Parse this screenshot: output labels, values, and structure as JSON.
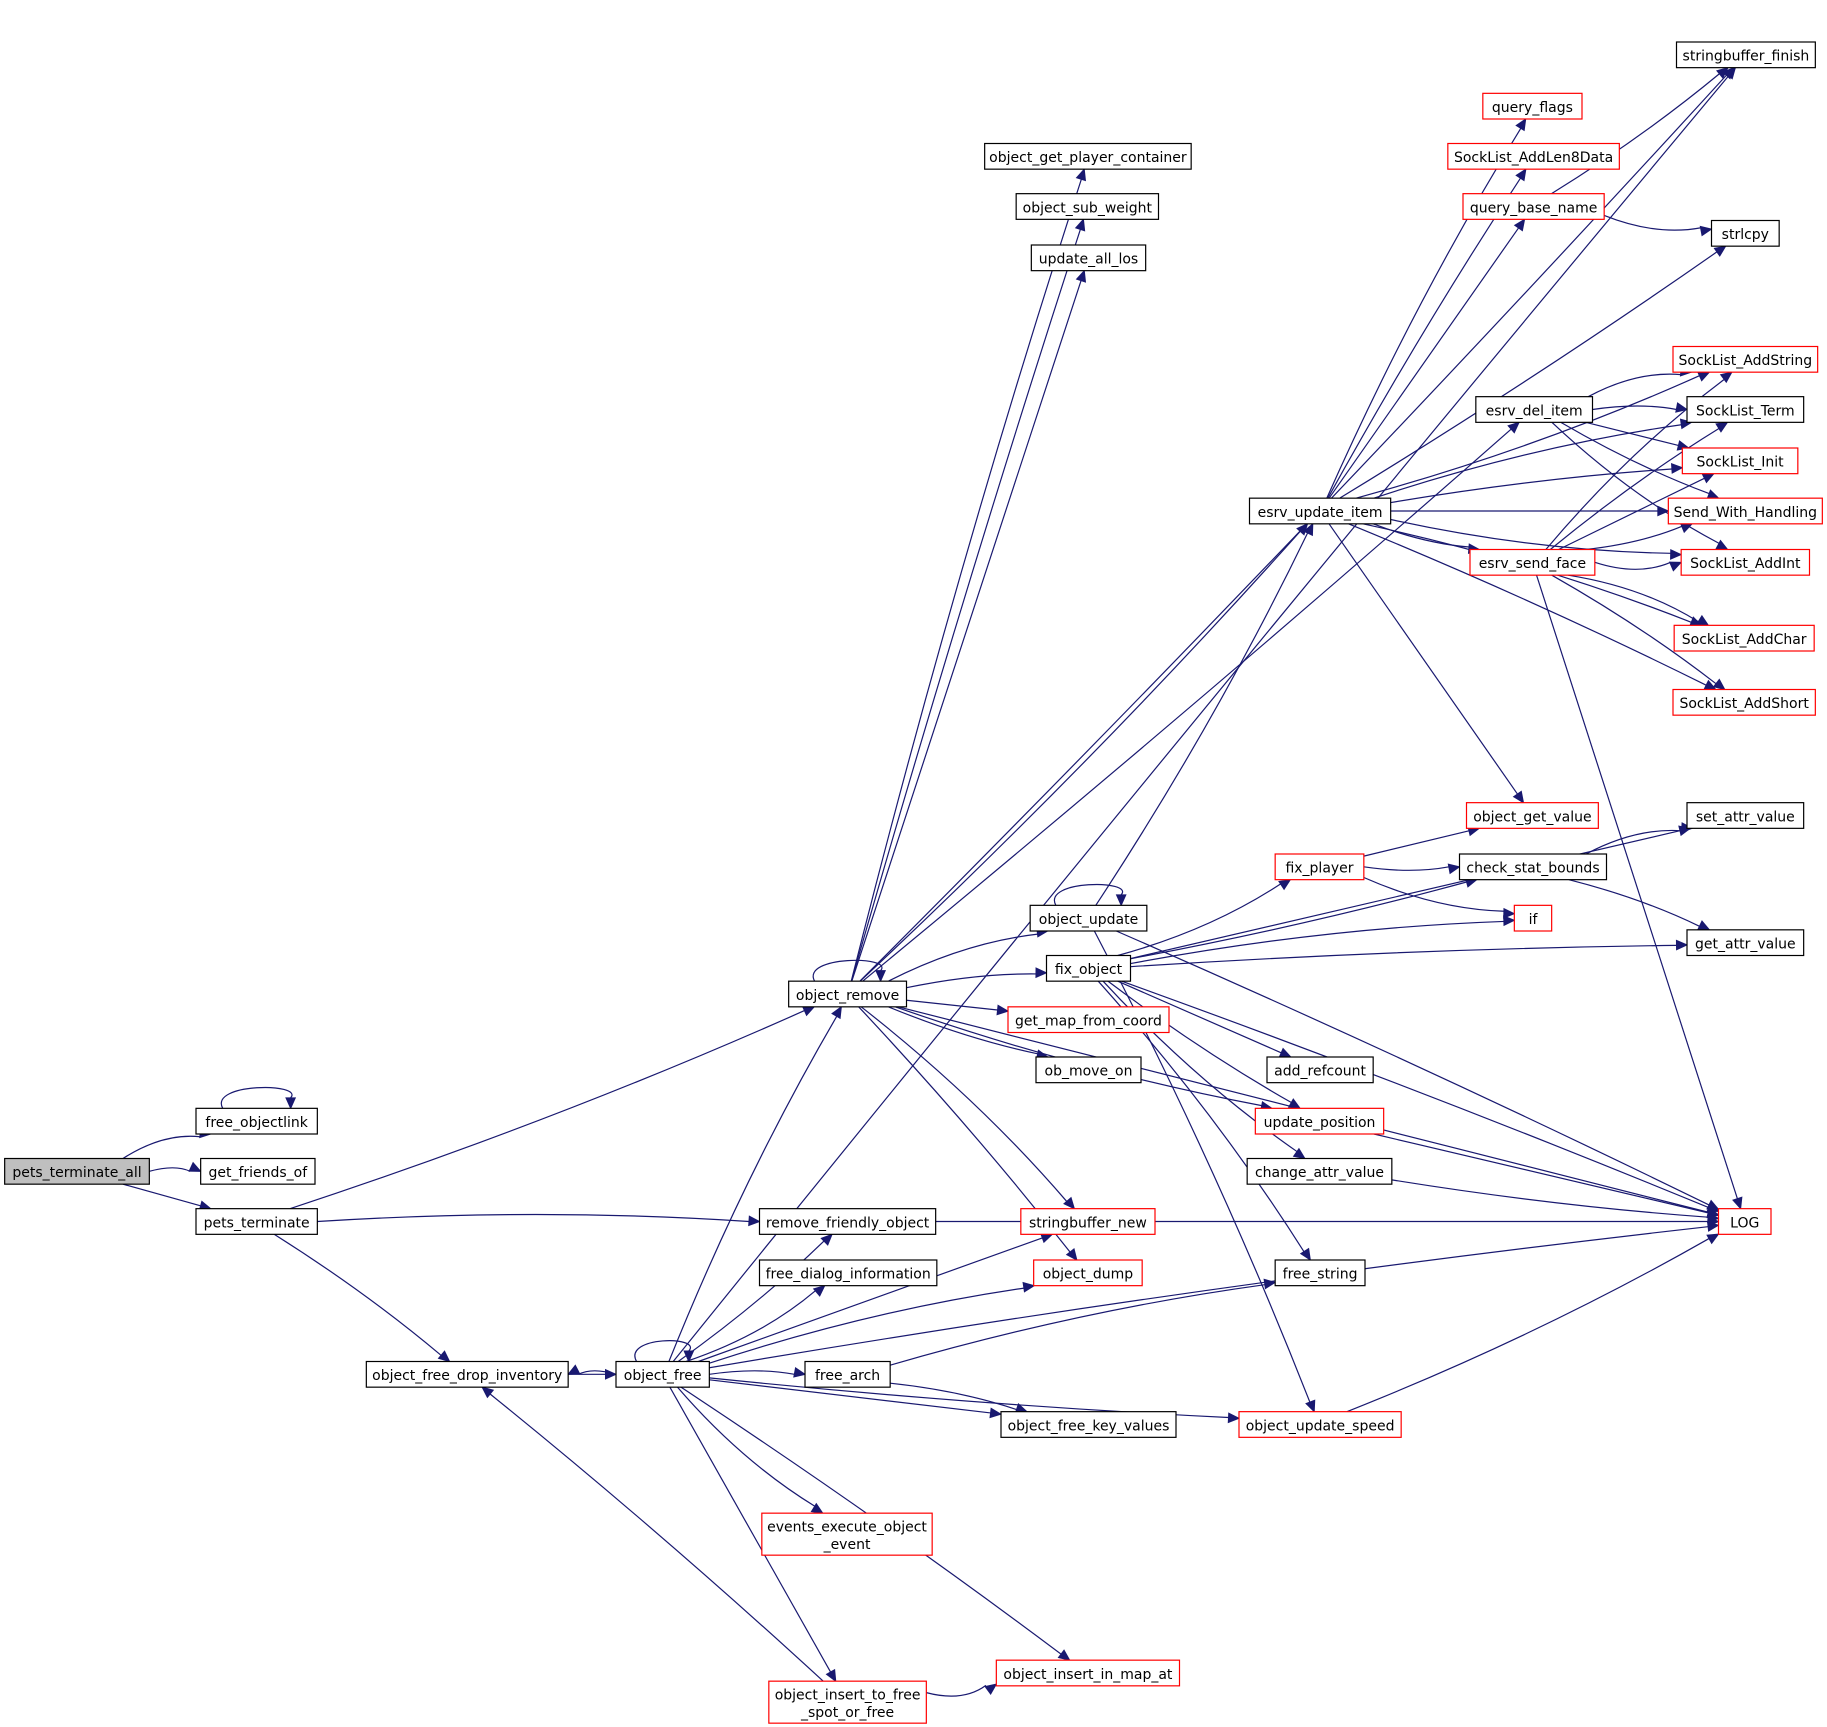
{
  "colors": {
    "edge": "#191970",
    "black_border": "#000000",
    "red_border": "#ff0000",
    "root_fill": "#bfbfbf"
  },
  "nodes": [
    {
      "id": "pets_terminate_all",
      "label": "pets_terminate_all",
      "style": "root"
    },
    {
      "id": "free_objectlink",
      "label": "free_objectlink",
      "style": "black"
    },
    {
      "id": "get_friends_of",
      "label": "get_friends_of",
      "style": "black"
    },
    {
      "id": "pets_terminate",
      "label": "pets_terminate",
      "style": "black"
    },
    {
      "id": "object_remove",
      "label": "object_remove",
      "style": "black"
    },
    {
      "id": "remove_friendly_object",
      "label": "remove_friendly_object",
      "style": "black"
    },
    {
      "id": "object_free_drop_inventory",
      "label": "object_free_drop_inventory",
      "style": "black"
    },
    {
      "id": "object_free",
      "label": "object_free",
      "style": "black"
    },
    {
      "id": "free_dialog_information",
      "label": "free_dialog_information",
      "style": "black"
    },
    {
      "id": "free_arch",
      "label": "free_arch",
      "style": "black"
    },
    {
      "id": "events_execute_object_event",
      "label": "events_execute_object\n_event",
      "style": "red"
    },
    {
      "id": "object_insert_to_free_spot_or_free",
      "label": "object_insert_to_free\n_spot_or_free",
      "style": "red"
    },
    {
      "id": "object_get_player_container",
      "label": "object_get_player_container",
      "style": "black"
    },
    {
      "id": "object_sub_weight",
      "label": "object_sub_weight",
      "style": "black"
    },
    {
      "id": "update_all_los",
      "label": "update_all_los",
      "style": "black"
    },
    {
      "id": "object_update",
      "label": "object_update",
      "style": "black"
    },
    {
      "id": "fix_object",
      "label": "fix_object",
      "style": "black"
    },
    {
      "id": "get_map_from_coord",
      "label": "get_map_from_coord",
      "style": "red"
    },
    {
      "id": "ob_move_on",
      "label": "ob_move_on",
      "style": "black"
    },
    {
      "id": "stringbuffer_new",
      "label": "stringbuffer_new",
      "style": "red"
    },
    {
      "id": "object_dump",
      "label": "object_dump",
      "style": "red"
    },
    {
      "id": "object_free_key_values",
      "label": "object_free_key_values",
      "style": "black"
    },
    {
      "id": "object_insert_in_map_at",
      "label": "object_insert_in_map_at",
      "style": "red"
    },
    {
      "id": "esrv_update_item",
      "label": "esrv_update_item",
      "style": "black"
    },
    {
      "id": "fix_player",
      "label": "fix_player",
      "style": "red"
    },
    {
      "id": "add_refcount",
      "label": "add_refcount",
      "style": "black"
    },
    {
      "id": "update_position",
      "label": "update_position",
      "style": "red"
    },
    {
      "id": "change_attr_value",
      "label": "change_attr_value",
      "style": "black"
    },
    {
      "id": "free_string",
      "label": "free_string",
      "style": "black"
    },
    {
      "id": "object_update_speed",
      "label": "object_update_speed",
      "style": "red"
    },
    {
      "id": "query_flags",
      "label": "query_flags",
      "style": "red"
    },
    {
      "id": "SockList_AddLen8Data",
      "label": "SockList_AddLen8Data",
      "style": "red"
    },
    {
      "id": "query_base_name",
      "label": "query_base_name",
      "style": "red"
    },
    {
      "id": "esrv_del_item",
      "label": "esrv_del_item",
      "style": "black"
    },
    {
      "id": "esrv_send_face",
      "label": "esrv_send_face",
      "style": "red"
    },
    {
      "id": "object_get_value",
      "label": "object_get_value",
      "style": "red"
    },
    {
      "id": "check_stat_bounds",
      "label": "check_stat_bounds",
      "style": "black"
    },
    {
      "id": "if",
      "label": "if",
      "style": "red"
    },
    {
      "id": "stringbuffer_finish",
      "label": "stringbuffer_finish",
      "style": "black"
    },
    {
      "id": "strlcpy",
      "label": "strlcpy",
      "style": "black"
    },
    {
      "id": "SockList_AddString",
      "label": "SockList_AddString",
      "style": "red"
    },
    {
      "id": "SockList_Term",
      "label": "SockList_Term",
      "style": "black"
    },
    {
      "id": "SockList_Init",
      "label": "SockList_Init",
      "style": "red"
    },
    {
      "id": "Send_With_Handling",
      "label": "Send_With_Handling",
      "style": "red"
    },
    {
      "id": "SockList_AddInt",
      "label": "SockList_AddInt",
      "style": "red"
    },
    {
      "id": "SockList_AddChar",
      "label": "SockList_AddChar",
      "style": "red"
    },
    {
      "id": "SockList_AddShort",
      "label": "SockList_AddShort",
      "style": "red"
    },
    {
      "id": "set_attr_value",
      "label": "set_attr_value",
      "style": "black"
    },
    {
      "id": "get_attr_value",
      "label": "get_attr_value",
      "style": "black"
    },
    {
      "id": "LOG",
      "label": "LOG",
      "style": "red"
    }
  ],
  "edges": [
    [
      "pets_terminate_all",
      "free_objectlink"
    ],
    [
      "pets_terminate_all",
      "get_friends_of"
    ],
    [
      "pets_terminate_all",
      "pets_terminate"
    ],
    [
      "free_objectlink",
      "free_objectlink"
    ],
    [
      "pets_terminate",
      "object_remove"
    ],
    [
      "pets_terminate",
      "remove_friendly_object"
    ],
    [
      "pets_terminate",
      "object_free_drop_inventory"
    ],
    [
      "object_free_drop_inventory",
      "object_free"
    ],
    [
      "object_free",
      "object_free_drop_inventory"
    ],
    [
      "object_free",
      "object_free"
    ],
    [
      "object_free",
      "object_remove"
    ],
    [
      "object_free",
      "stringbuffer_finish"
    ],
    [
      "object_free",
      "stringbuffer_new"
    ],
    [
      "object_free",
      "remove_friendly_object"
    ],
    [
      "object_free",
      "free_dialog_information"
    ],
    [
      "object_free",
      "object_dump"
    ],
    [
      "object_free",
      "free_arch"
    ],
    [
      "object_free",
      "object_free_key_values"
    ],
    [
      "object_free",
      "object_update_speed"
    ],
    [
      "object_free",
      "events_execute_object_event"
    ],
    [
      "object_free",
      "LOG"
    ],
    [
      "object_free",
      "object_insert_in_map_at"
    ],
    [
      "object_free",
      "object_insert_to_free_spot_or_free"
    ],
    [
      "object_insert_to_free_spot_or_free",
      "object_free_drop_inventory"
    ],
    [
      "object_insert_to_free_spot_or_free",
      "object_insert_in_map_at"
    ],
    [
      "free_arch",
      "free_string"
    ],
    [
      "free_arch",
      "object_free_key_values"
    ],
    [
      "remove_friendly_object",
      "LOG"
    ],
    [
      "object_remove",
      "object_remove"
    ],
    [
      "object_remove",
      "stringbuffer_finish"
    ],
    [
      "object_remove",
      "object_get_player_container"
    ],
    [
      "object_remove",
      "object_sub_weight"
    ],
    [
      "object_remove",
      "update_all_los"
    ],
    [
      "object_remove",
      "esrv_del_item"
    ],
    [
      "object_remove",
      "esrv_update_item"
    ],
    [
      "object_remove",
      "object_update"
    ],
    [
      "object_remove",
      "fix_object"
    ],
    [
      "object_remove",
      "get_map_from_coord"
    ],
    [
      "object_remove",
      "ob_move_on"
    ],
    [
      "object_remove",
      "update_position"
    ],
    [
      "object_remove",
      "stringbuffer_new"
    ],
    [
      "object_remove",
      "object_dump"
    ],
    [
      "object_remove",
      "LOG"
    ],
    [
      "object_update",
      "object_update"
    ],
    [
      "object_update",
      "esrv_update_item"
    ],
    [
      "object_update",
      "object_update_speed"
    ],
    [
      "object_update",
      "LOG"
    ],
    [
      "fix_object",
      "set_attr_value"
    ],
    [
      "fix_object",
      "check_stat_bounds"
    ],
    [
      "fix_object",
      "fix_player"
    ],
    [
      "fix_object",
      "if"
    ],
    [
      "fix_object",
      "get_attr_value"
    ],
    [
      "fix_object",
      "add_refcount"
    ],
    [
      "fix_object",
      "update_position"
    ],
    [
      "fix_object",
      "change_attr_value"
    ],
    [
      "fix_object",
      "free_string"
    ],
    [
      "fix_object",
      "LOG"
    ],
    [
      "fix_player",
      "object_get_value"
    ],
    [
      "fix_player",
      "check_stat_bounds"
    ],
    [
      "fix_player",
      "if"
    ],
    [
      "check_stat_bounds",
      "set_attr_value"
    ],
    [
      "check_stat_bounds",
      "get_attr_value"
    ],
    [
      "update_position",
      "LOG"
    ],
    [
      "change_attr_value",
      "LOG"
    ],
    [
      "object_update_speed",
      "LOG"
    ],
    [
      "esrv_update_item",
      "query_flags"
    ],
    [
      "esrv_update_item",
      "SockList_AddLen8Data"
    ],
    [
      "esrv_update_item",
      "query_base_name"
    ],
    [
      "esrv_update_item",
      "strlcpy"
    ],
    [
      "esrv_update_item",
      "SockList_AddString"
    ],
    [
      "esrv_update_item",
      "SockList_Term"
    ],
    [
      "esrv_update_item",
      "SockList_Init"
    ],
    [
      "esrv_update_item",
      "Send_With_Handling"
    ],
    [
      "esrv_update_item",
      "esrv_send_face"
    ],
    [
      "esrv_update_item",
      "SockList_AddInt"
    ],
    [
      "esrv_update_item",
      "SockList_AddChar"
    ],
    [
      "esrv_update_item",
      "SockList_AddShort"
    ],
    [
      "esrv_update_item",
      "object_get_value"
    ],
    [
      "query_base_name",
      "stringbuffer_finish"
    ],
    [
      "query_base_name",
      "strlcpy"
    ],
    [
      "esrv_del_item",
      "SockList_AddString"
    ],
    [
      "esrv_del_item",
      "SockList_Term"
    ],
    [
      "esrv_del_item",
      "SockList_Init"
    ],
    [
      "esrv_del_item",
      "Send_With_Handling"
    ],
    [
      "esrv_del_item",
      "SockList_AddInt"
    ],
    [
      "esrv_send_face",
      "SockList_AddString"
    ],
    [
      "esrv_send_face",
      "SockList_Term"
    ],
    [
      "esrv_send_face",
      "SockList_Init"
    ],
    [
      "esrv_send_face",
      "Send_With_Handling"
    ],
    [
      "esrv_send_face",
      "SockList_AddInt"
    ],
    [
      "esrv_send_face",
      "SockList_AddChar"
    ],
    [
      "esrv_send_face",
      "SockList_AddShort"
    ],
    [
      "esrv_send_face",
      "LOG"
    ]
  ]
}
